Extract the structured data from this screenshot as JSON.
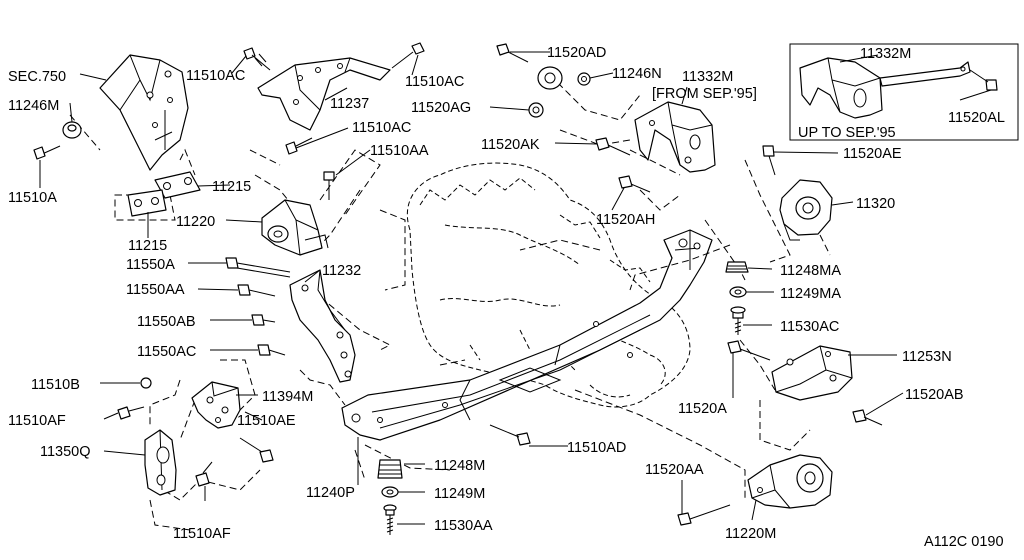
{
  "labels": {
    "sec750": "SEC.750",
    "p11246M": "11246M",
    "p11510A": "11510A",
    "p11510AC_1": "11510AC",
    "p11237": "11237",
    "p11510AC_2": "11510AC",
    "p11510AC_3": "11510AC",
    "p11510AA": "11510AA",
    "p11215_1": "11215",
    "p11215_2": "11215",
    "p11220": "11220",
    "p11520AD": "11520AD",
    "p11246N": "11246N",
    "p11520AG": "11520AG",
    "p11332M_1": "11332M",
    "from_sep95": "[FROM SEP.'95]",
    "p11520AK": "11520AK",
    "p11520AH": "11520AH",
    "p11332M_2": "11332M",
    "p11520AL": "11520AL",
    "up_to_sep95": "UP TO SEP.'95",
    "p11520AE": "11520AE",
    "p11320": "11320",
    "p11550A": "11550A",
    "p11232": "11232",
    "p11550AA": "11550AA",
    "p11550AB": "11550AB",
    "p11550AC": "11550AC",
    "p11248MA": "11248MA",
    "p11249MA": "11249MA",
    "p11530AC": "11530AC",
    "p11253N": "11253N",
    "p11520A": "11520A",
    "p11520AB": "11520AB",
    "p11510B": "11510B",
    "p11394M": "11394M",
    "p11510AF_1": "11510AF",
    "p11510AE": "11510AE",
    "p11350Q": "11350Q",
    "p11510AF_2": "11510AF",
    "p11510AD": "11510AD",
    "p11248M": "11248M",
    "p11240P": "11240P",
    "p11249M": "11249M",
    "p11530AA": "11530AA",
    "p11520AA": "11520AA",
    "p11220M": "11220M",
    "drawing_code": "A112C 0190"
  }
}
